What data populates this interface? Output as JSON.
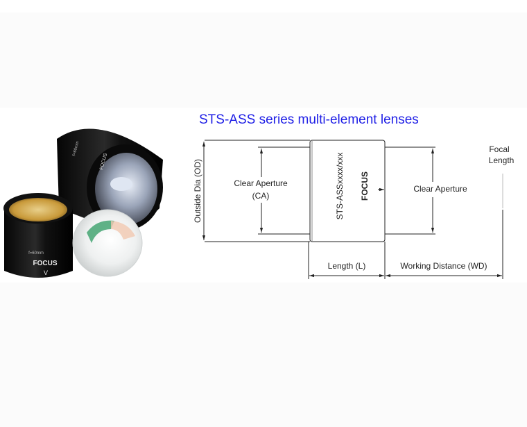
{
  "title": "STS-ASS series multi-element lenses",
  "title_color": "#1f1fe6",
  "photo": {
    "rear_lens_markings": [
      "f=60mm",
      "FOCUS"
    ],
    "front_lens_markings": [
      "f=60mm",
      "FOCUS",
      "V"
    ]
  },
  "diagram": {
    "outside_dia": "Outside Dia (OD)",
    "clear_aperture_left_1": "Clear Aperture",
    "clear_aperture_left_2": "(CA)",
    "part_number": "STS-ASSxxxx/xxx",
    "focus": "FOCUS",
    "clear_aperture_right": "Clear Aperture",
    "focal_1": "Focal",
    "focal_2": "Length",
    "length": "Length (L)",
    "working_distance": "Working Distance (WD)"
  }
}
